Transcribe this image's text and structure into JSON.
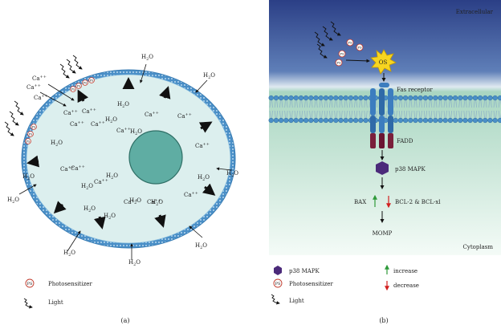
{
  "panel_a": {
    "label": "(a)",
    "water": "H",
    "water_sub": "2",
    "water_end": "O",
    "calcium": "Ca",
    "calcium_sup": "++",
    "legend_photosensitizer": "Photosensitizer",
    "legend_light": "Light",
    "ps_symbol": "PS"
  },
  "panel_b": {
    "label": "(b)",
    "extracellular": "Extracellular",
    "cytoplasm": "Cytoplasm",
    "os": "OS",
    "fas_receptor": "Fas receptor",
    "fadd": "FADD",
    "p38": "p38 MAPK",
    "bax": "BAX",
    "bcl": "BCL-2 & BCL-xl",
    "momp": "MOMP",
    "legend_p38": "p38 MAPK",
    "legend_photosensitizer": "Photosensitizer",
    "legend_light": "Light",
    "legend_increase": "increase",
    "legend_decrease": "decrease"
  },
  "colors": {
    "extracellular_top": "#2b3f86",
    "cytoplasm": "#6cbf9a",
    "cell_fill": "#dcefee",
    "nucleus": "#5fada3",
    "membrane": "#4a8fc7",
    "receptor": "#3c7dbf",
    "fadd": "#7a1f3b",
    "p38": "#4b2a7a",
    "os_glow": "#f7d520",
    "increase": "#2e9a3a",
    "decrease": "#d22020"
  }
}
